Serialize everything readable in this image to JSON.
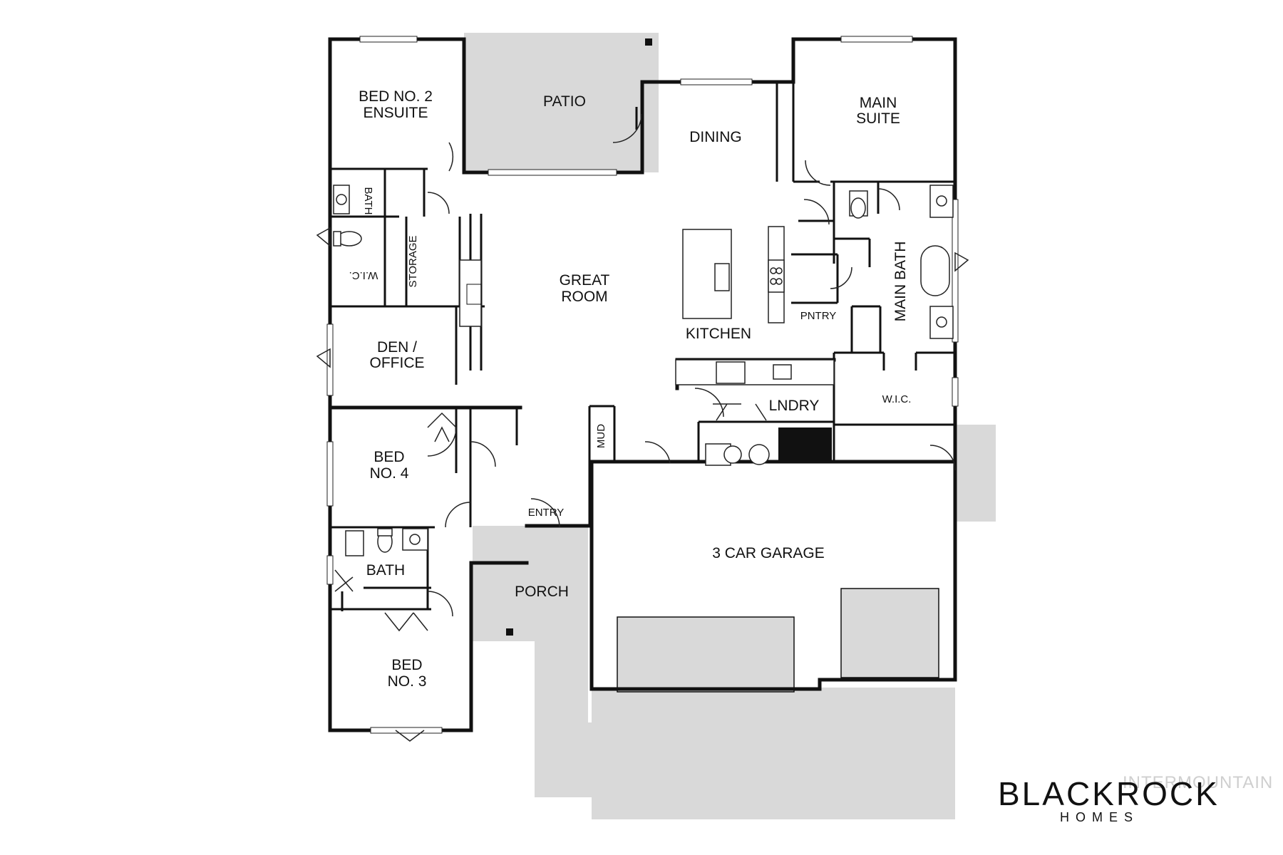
{
  "plan": {
    "rooms": {
      "bed2": [
        "BED NO. 2",
        "ENSUITE"
      ],
      "patio": "PATIO",
      "dining": "DINING",
      "main_suite": [
        "MAIN",
        "SUITE"
      ],
      "bath_upper": "BATH",
      "storage": "STORAGE",
      "wic_left": "W.I.C.",
      "great_room": [
        "GREAT",
        "ROOM"
      ],
      "kitchen": "KITCHEN",
      "pantry": "PNTRY",
      "main_bath": "MAIN BATH",
      "den": [
        "DEN /",
        "OFFICE"
      ],
      "laundry": "LNDRY",
      "wic_right": "W.I.C.",
      "bed4": [
        "BED",
        "NO. 4"
      ],
      "mud": "MUD",
      "entry": "ENTRY",
      "garage": "3 CAR GARAGE",
      "bath_lower": "BATH",
      "porch": "PORCH",
      "bed3": [
        "BED",
        "NO. 3"
      ]
    }
  },
  "brand": {
    "name": "BLACKROCK",
    "sub": "HOMES",
    "watermark": "INTERMOUNTAIN"
  }
}
